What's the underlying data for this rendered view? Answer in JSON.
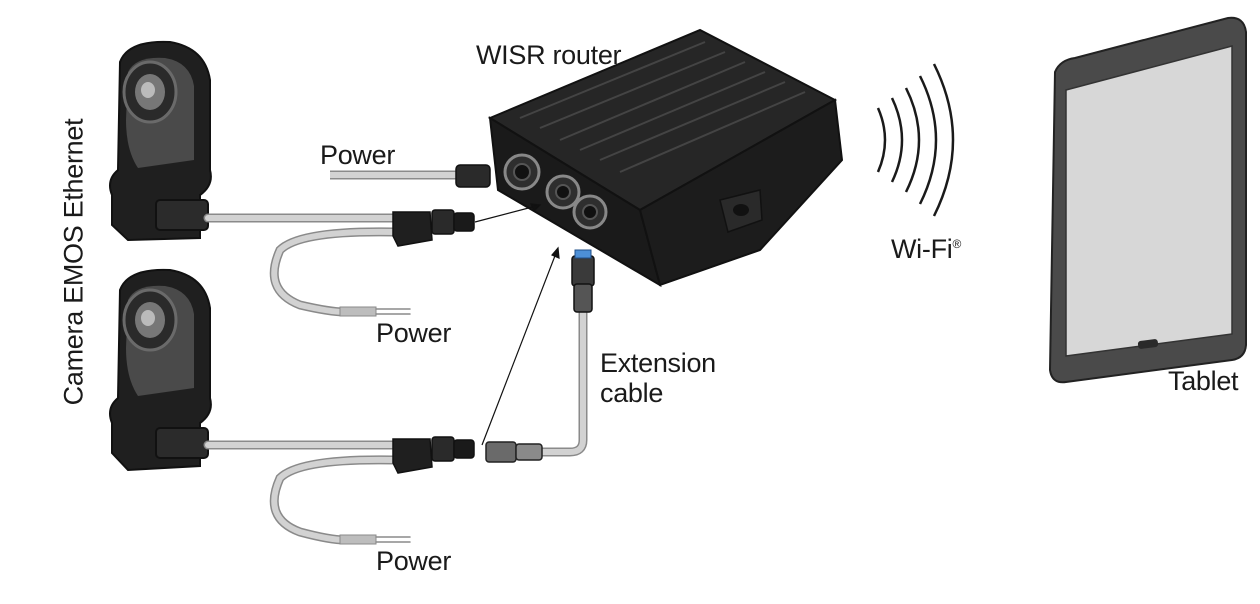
{
  "labels": {
    "router": "WISR router",
    "power_router": "Power",
    "power_camera_1": "Power",
    "power_camera_2": "Power",
    "cameras": "Camera EMOS Ethernet",
    "extension_line1": "Extension",
    "extension_line2": "cable",
    "wifi": "Wi-Fi",
    "wifi_mark": "®",
    "tablet": "Tablet"
  },
  "colors": {
    "device_dark": "#1f1f1f",
    "device_mid": "#3a3a3a",
    "cable_grey": "#c8c8c8",
    "cable_outline": "#8a8a8a",
    "screen": "#d7d7d7",
    "tablet_body": "#4a4a4a",
    "connector_blue": "#4d8fd6"
  }
}
